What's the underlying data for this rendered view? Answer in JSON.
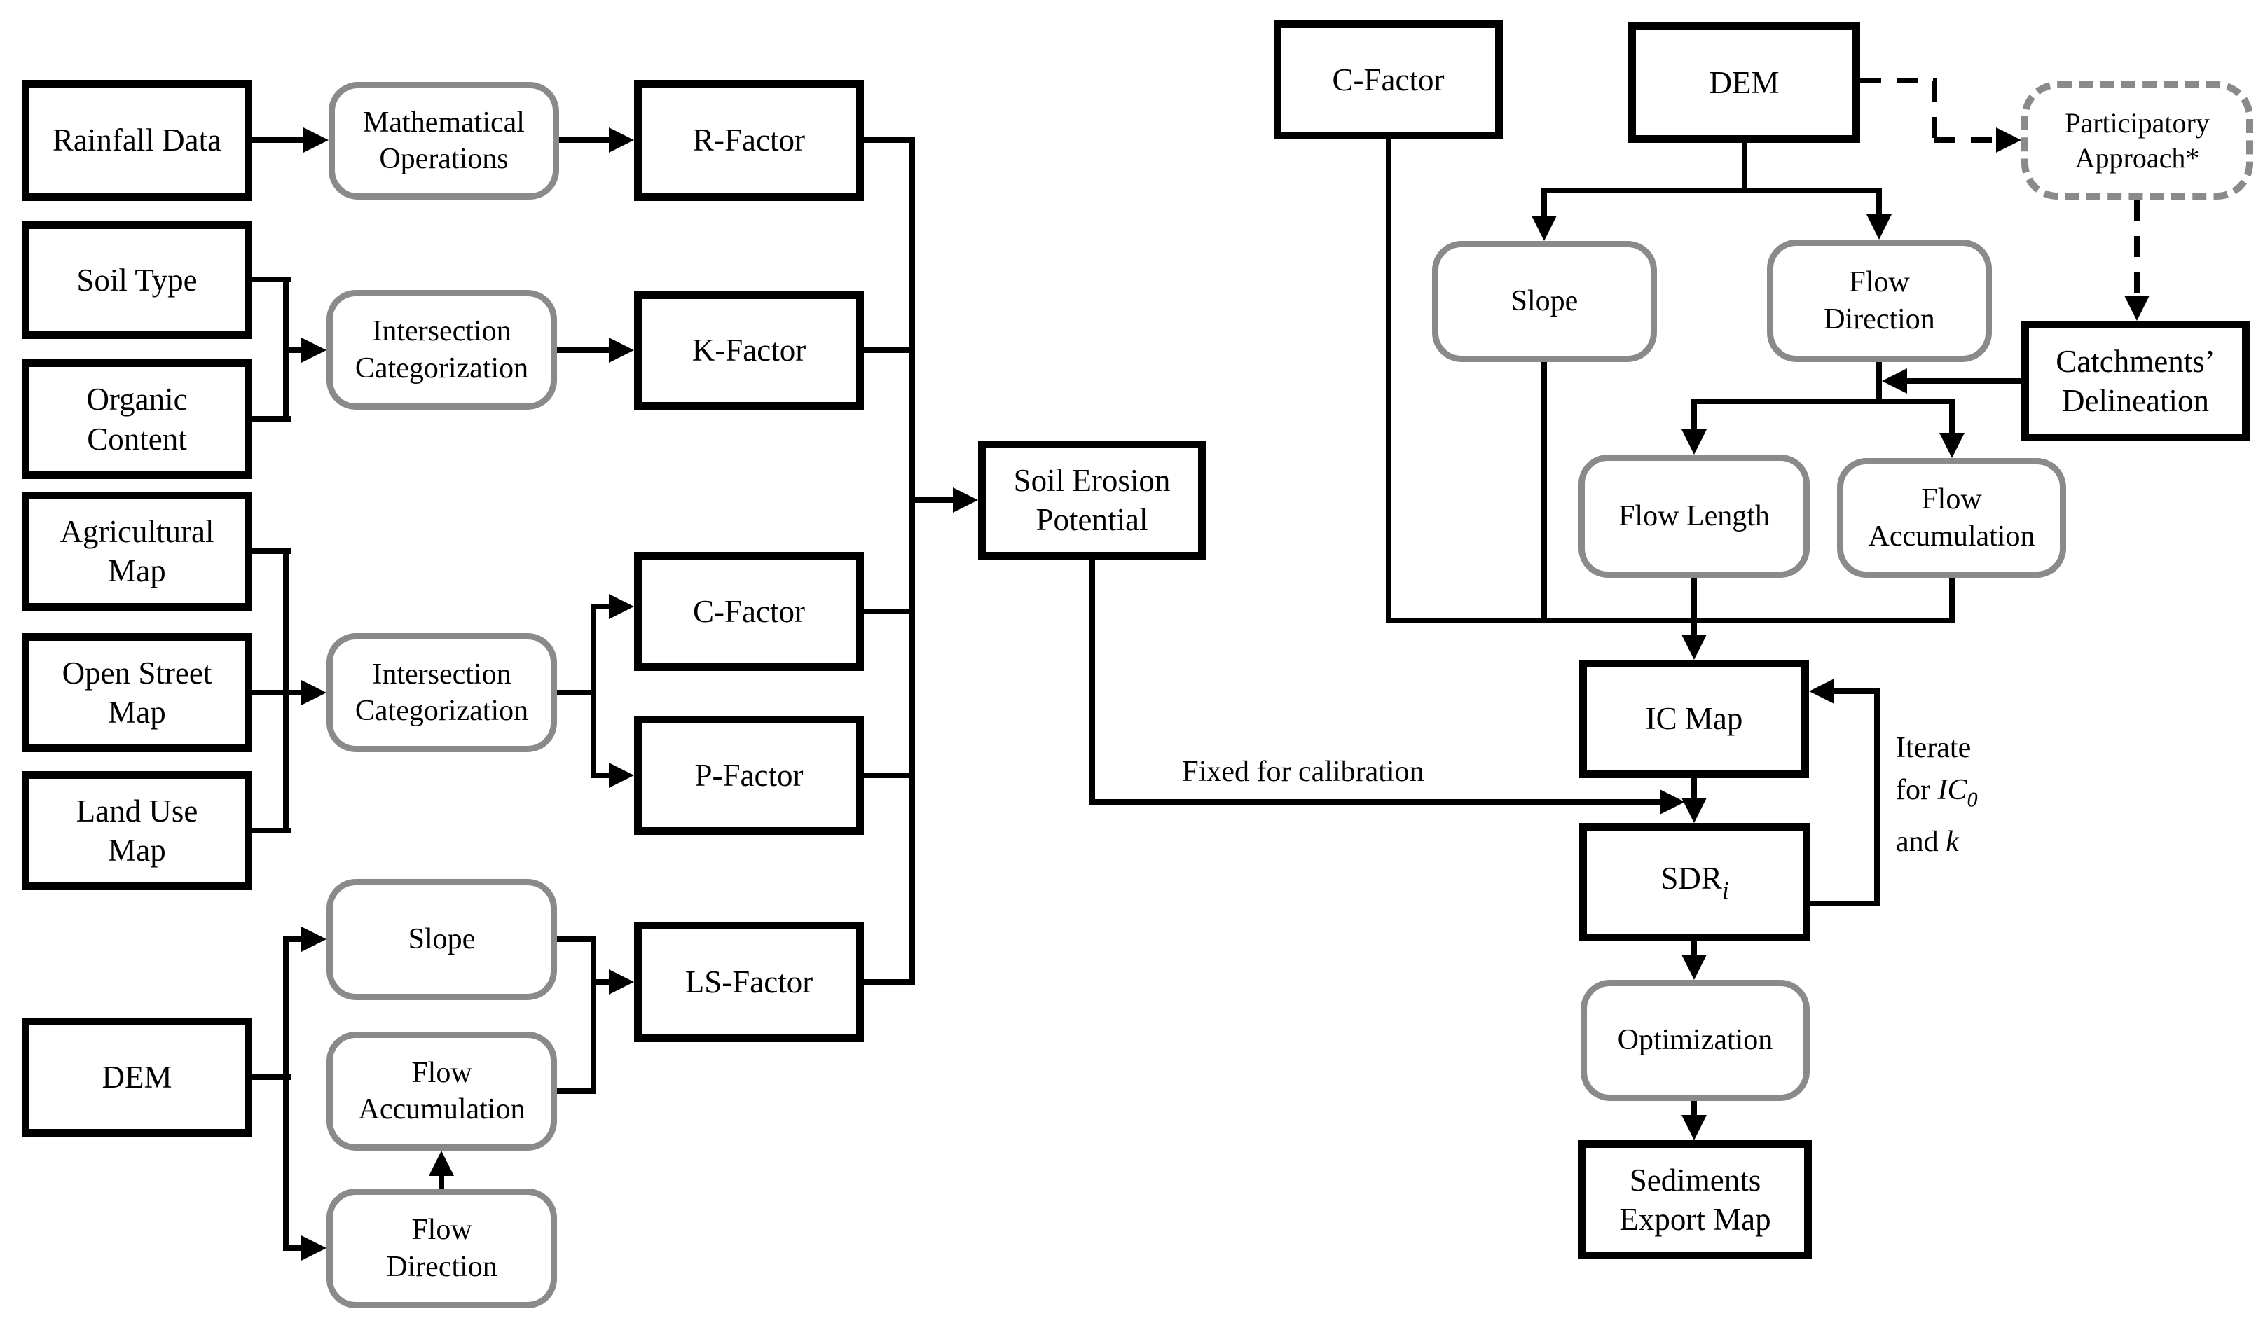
{
  "diagram": {
    "background": "#ffffff",
    "colors": {
      "solid_box_border": "#000000",
      "rounded_box_border": "#8a8a8a",
      "dashed_box_border": "#8a8a8a",
      "connector": "#000000",
      "text": "#000000"
    },
    "nodes": {
      "rainfall_data": "Rainfall Data",
      "mathematical_operations": "Mathematical\nOperations",
      "r_factor": "R-Factor",
      "soil_type": "Soil Type",
      "organic_content": "Organic\nContent",
      "intersection_categorization_1": "Intersection\nCategorization",
      "k_factor": "K-Factor",
      "agricultural_map": "Agricultural\nMap",
      "open_street_map": "Open Street\nMap",
      "land_use_map": "Land Use\nMap",
      "intersection_categorization_2": "Intersection\nCategorization",
      "c_factor_left": "C-Factor",
      "p_factor": "P-Factor",
      "dem_left": "DEM",
      "slope_left": "Slope",
      "flow_accumulation_left": "Flow\nAccumulation",
      "flow_direction_left": "Flow\nDirection",
      "ls_factor": "LS-Factor",
      "soil_erosion_potential": "Soil Erosion\nPotential",
      "c_factor_right": "C-Factor",
      "dem_right": "DEM",
      "participatory_approach": "Participatory\nApproach*",
      "slope_right": "Slope",
      "flow_direction_right": "Flow\nDirection",
      "catchments_delineation": "Catchments’\nDelineation",
      "flow_length": "Flow Length",
      "flow_accumulation_right": "Flow\nAccumulation",
      "ic_map": "IC Map",
      "sdr_base": "SDR",
      "sdr_sub": "i",
      "optimization": "Optimization",
      "sediments_export_map": "Sediments\nExport Map"
    },
    "annotations": {
      "fixed_for_calibration": "Fixed for calibration",
      "iterate_line1": "Iterate",
      "iterate_line2_prefix": "for ",
      "iterate_line2_var": "IC",
      "iterate_line2_sub": "0",
      "iterate_line3_prefix": "and ",
      "iterate_line3_var": "k"
    }
  }
}
